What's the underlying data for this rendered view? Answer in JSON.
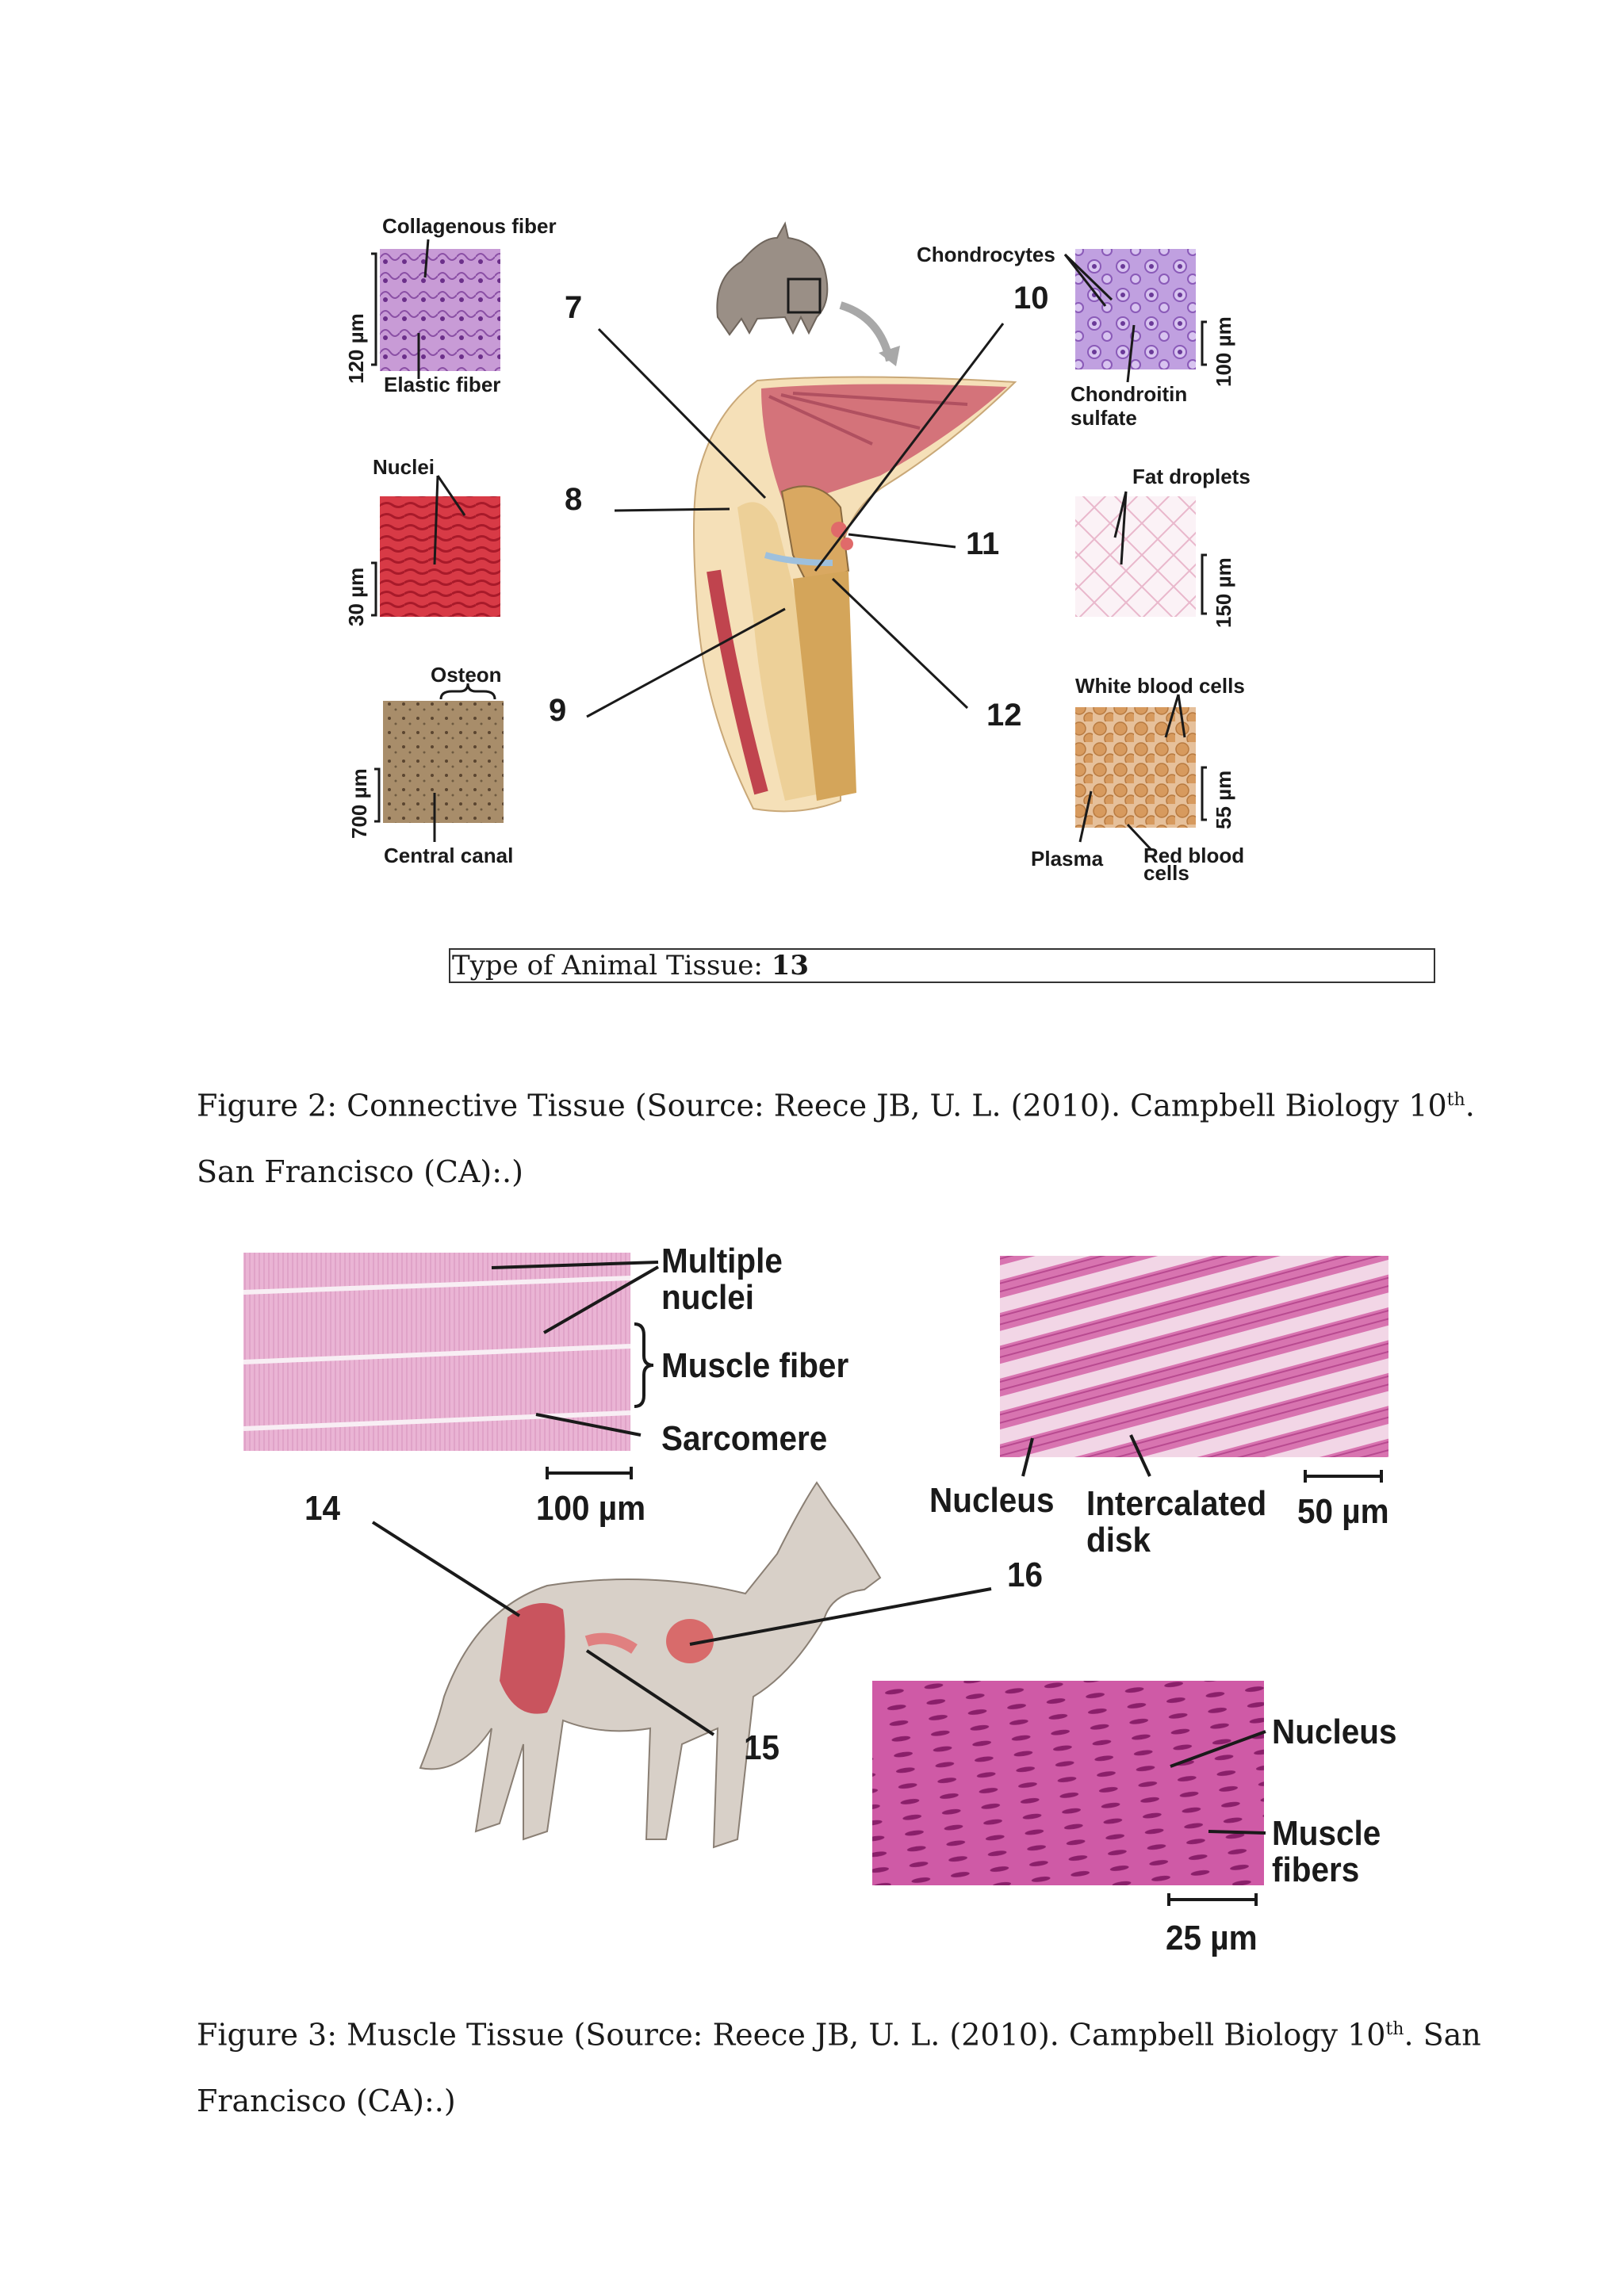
{
  "figure2": {
    "labels": {
      "collagenous_fiber": "Collagenous fiber",
      "elastic_fiber": "Elastic fiber",
      "scale_120": "120 µm",
      "nuclei": "Nuclei",
      "scale_30": "30 µm",
      "osteon": "Osteon",
      "central_canal": "Central canal",
      "scale_700": "700 µm",
      "chondrocytes": "Chondrocytes",
      "chondroitin_1": "Chondroitin",
      "chondroitin_2": "sulfate",
      "scale_100": "100 µm",
      "fat_droplets": "Fat droplets",
      "scale_150": "150 µm",
      "white_blood_cells": "White blood cells",
      "plasma": "Plasma",
      "red_blood_1": "Red blood",
      "red_blood_2": "cells",
      "scale_55": "55 µm"
    },
    "numbers": [
      "7",
      "8",
      "9",
      "10",
      "11",
      "12"
    ],
    "tissue_box_label": "Type of Animal Tissue:",
    "tissue_box_value": "13",
    "caption_line1": "Figure 2: Connective Tissue (Source: Reece JB, U. L. (2010). Campbell Biology 10",
    "caption_sup": "th",
    "caption_end": ".",
    "caption_line2": "San Francisco (CA):.)"
  },
  "figure3": {
    "labels": {
      "multiple_nuclei_1": "Multiple",
      "multiple_nuclei_2": "nuclei",
      "muscle_fiber": "Muscle fiber",
      "sarcomere": "Sarcomere",
      "scale_100": "100 µm",
      "nucleus_cardiac": "Nucleus",
      "intercalated_1": "Intercalated",
      "intercalated_2": "disk",
      "scale_50": "50 µm",
      "nucleus_smooth": "Nucleus",
      "muscle_fibers_1": "Muscle",
      "muscle_fibers_2": "fibers",
      "scale_25": "25 µm"
    },
    "numbers": [
      "14",
      "15",
      "16"
    ],
    "caption_line1": "Figure 3: Muscle Tissue (Source: Reece JB, U. L. (2010). Campbell Biology 10",
    "caption_sup": "th",
    "caption_end": ". San",
    "caption_line2": "Francisco (CA):.)"
  },
  "colors": {
    "loose_ct": "#b884c8",
    "fibrous_ct": "#d83a46",
    "bone": "#a88d6a",
    "cartilage": "#b892d8",
    "adipose": "#f4e6ee",
    "blood": "#d9a36a",
    "skeletal": "#e6a9cf",
    "cardiac": "#d874b0",
    "smooth": "#c8479c"
  }
}
